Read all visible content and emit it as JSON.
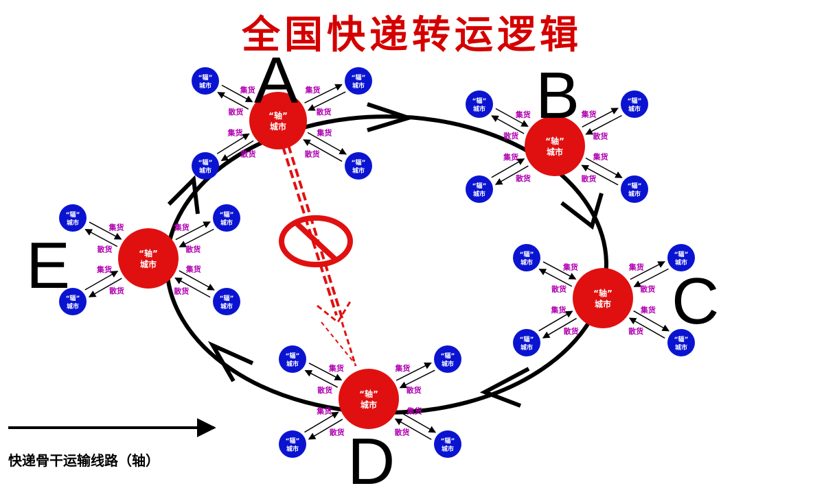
{
  "title": "全国快递转运逻辑",
  "hub": {
    "label_line1": "“轴”",
    "label_line2": "城市",
    "color": "#e01010"
  },
  "spoke": {
    "label_line1": "“辐”",
    "label_line2": "城市",
    "color": "#0a14d0"
  },
  "flows": {
    "collect": "集货",
    "distribute": "散货",
    "color": "#b000b0"
  },
  "hubs": [
    "A",
    "B",
    "C",
    "D",
    "E"
  ],
  "forbidden_route": {
    "from": "A",
    "to": "D",
    "color": "#e01010",
    "symbol": "prohibition-icon"
  },
  "legend": {
    "label": "快递骨干运输线路（轴）"
  }
}
